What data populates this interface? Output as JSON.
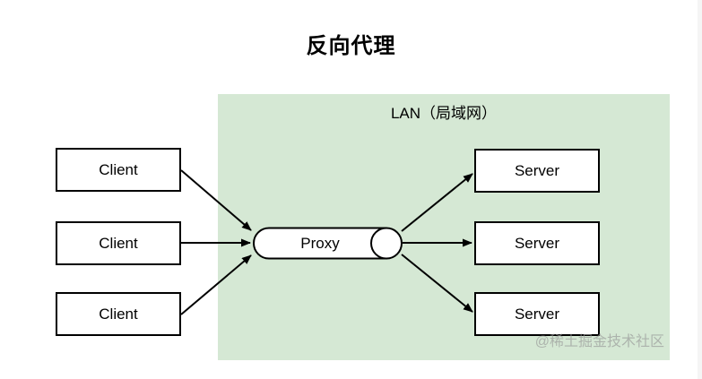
{
  "title": "反向代理",
  "lan": {
    "label": "LAN（局域网）",
    "fill": "#d5e8d4"
  },
  "clients": [
    {
      "label": "Client"
    },
    {
      "label": "Client"
    },
    {
      "label": "Client"
    }
  ],
  "proxy": {
    "label": "Proxy"
  },
  "servers": [
    {
      "label": "Server"
    },
    {
      "label": "Server"
    },
    {
      "label": "Server"
    }
  ],
  "watermark": "@稀土掘金技术社区",
  "colors": {
    "box_fill": "#ffffff",
    "box_border": "#000000",
    "lan_fill": "#d5e8d4",
    "arrow": "#000000",
    "text": "#000000",
    "watermark": "#969696"
  }
}
